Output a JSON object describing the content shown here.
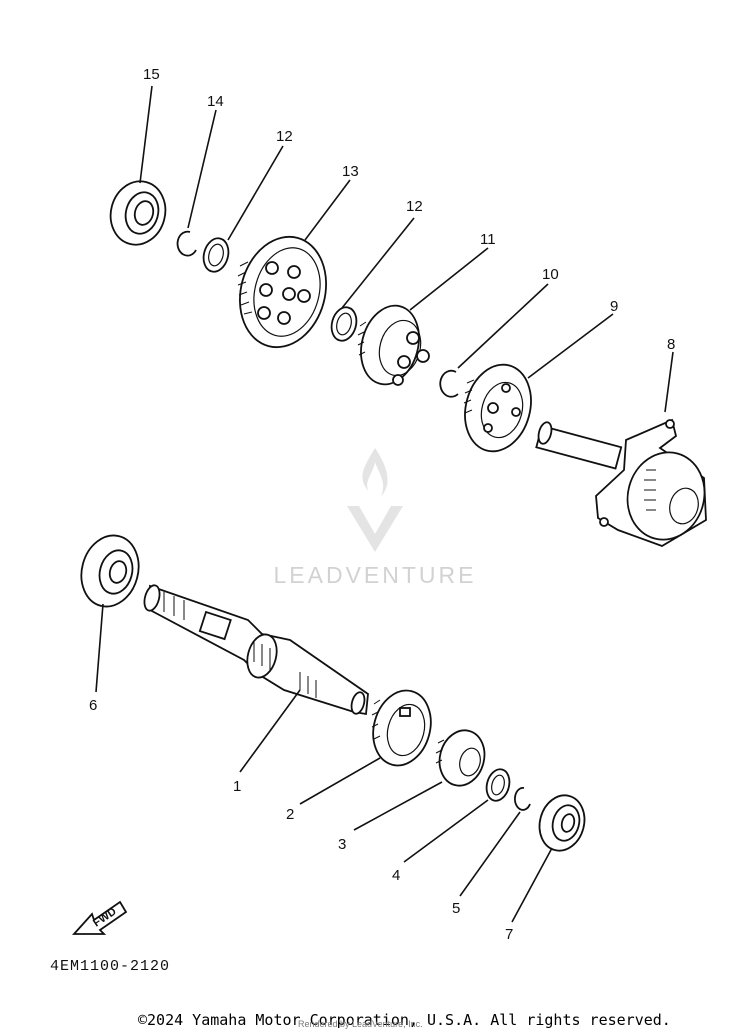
{
  "diagram": {
    "callouts": [
      "1",
      "2",
      "3",
      "4",
      "5",
      "6",
      "7",
      "8",
      "9",
      "10",
      "11",
      "12",
      "12",
      "13",
      "14",
      "15"
    ],
    "fwd_label": "FWD",
    "part_code": "4EM1100-2120"
  },
  "watermark": {
    "brand": "LEADVENTURE"
  },
  "footer": {
    "copyright": "©2024 Yamaha Motor Corporation, U.S.A. All rights reserved.",
    "rendered_by": "Rendered by LeadVenture, Inc."
  }
}
